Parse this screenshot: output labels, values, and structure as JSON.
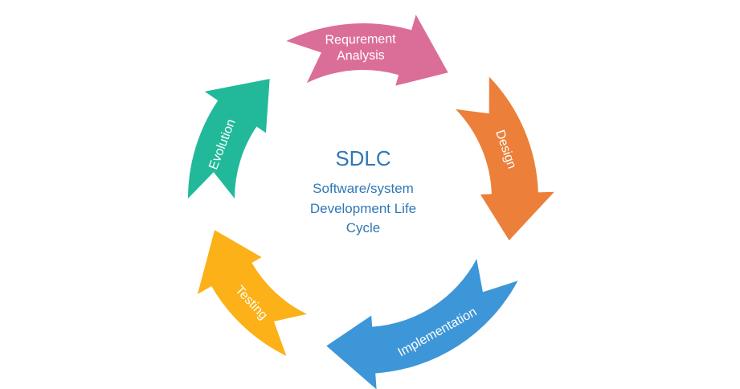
{
  "diagram": {
    "title": "SDLC",
    "subtitle_lines": [
      "Software/system",
      "Development Life",
      "Cycle"
    ],
    "stages": [
      {
        "id": "requirement-analysis",
        "lines": [
          "Requrement",
          "Analysis"
        ],
        "color": "#db6e98"
      },
      {
        "id": "design",
        "lines": [
          "Design"
        ],
        "color": "#ec7f3a"
      },
      {
        "id": "implementation",
        "lines": [
          "Implementation"
        ],
        "color": "#3d96d8"
      },
      {
        "id": "testing",
        "lines": [
          "Testing"
        ],
        "color": "#fbb117"
      },
      {
        "id": "evolution",
        "lines": [
          "Evolution"
        ],
        "color": "#21b99a"
      }
    ],
    "title_color": "#2f78b5",
    "label_color": "#ffffff"
  }
}
